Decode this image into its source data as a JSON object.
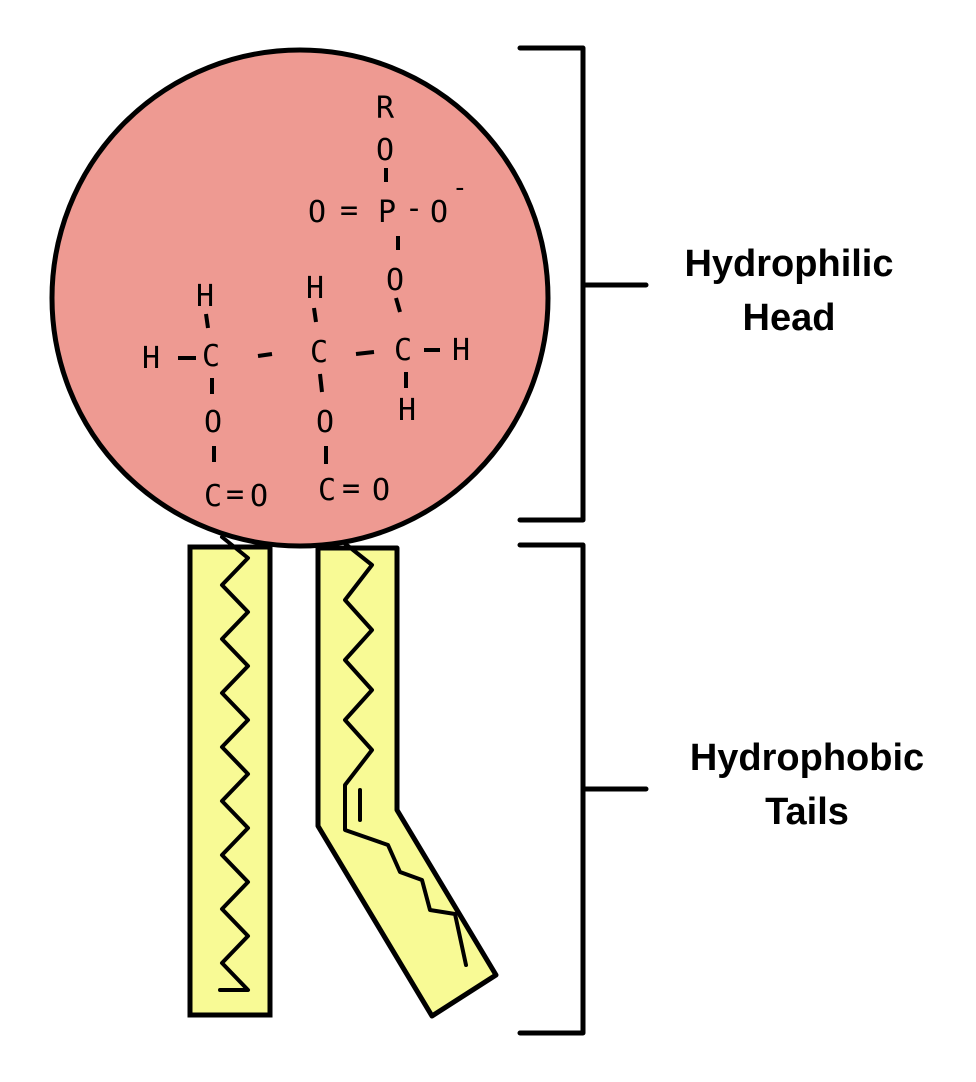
{
  "colors": {
    "head_fill": "#ee9a92",
    "tail_fill": "#f8fa95",
    "stroke": "#000000"
  },
  "labels": {
    "head_line1": "Hydrophilic",
    "head_line2": "Head",
    "tails_line1": "Hydrophobic",
    "tails_line2": "Tails"
  },
  "structure": {
    "r": "R",
    "o_top": "O",
    "o_double": "O",
    "eq1": "=",
    "p": "P",
    "dash_po": "-",
    "o_minus": "O",
    "charge": "-",
    "o_mid": "O",
    "h_left_top": "H",
    "h_left": "H",
    "c_left": "C",
    "h_mid_top": "H",
    "c_mid": "C",
    "c_right": "C",
    "h_right": "H",
    "h_right_bottom": "H",
    "o_left": "O",
    "o_center": "O",
    "c_ester_left": "C",
    "eq_left": "=",
    "o_ester_left": "O",
    "c_ester_mid": "C",
    "eq_mid": "=",
    "o_ester_mid": "O"
  }
}
